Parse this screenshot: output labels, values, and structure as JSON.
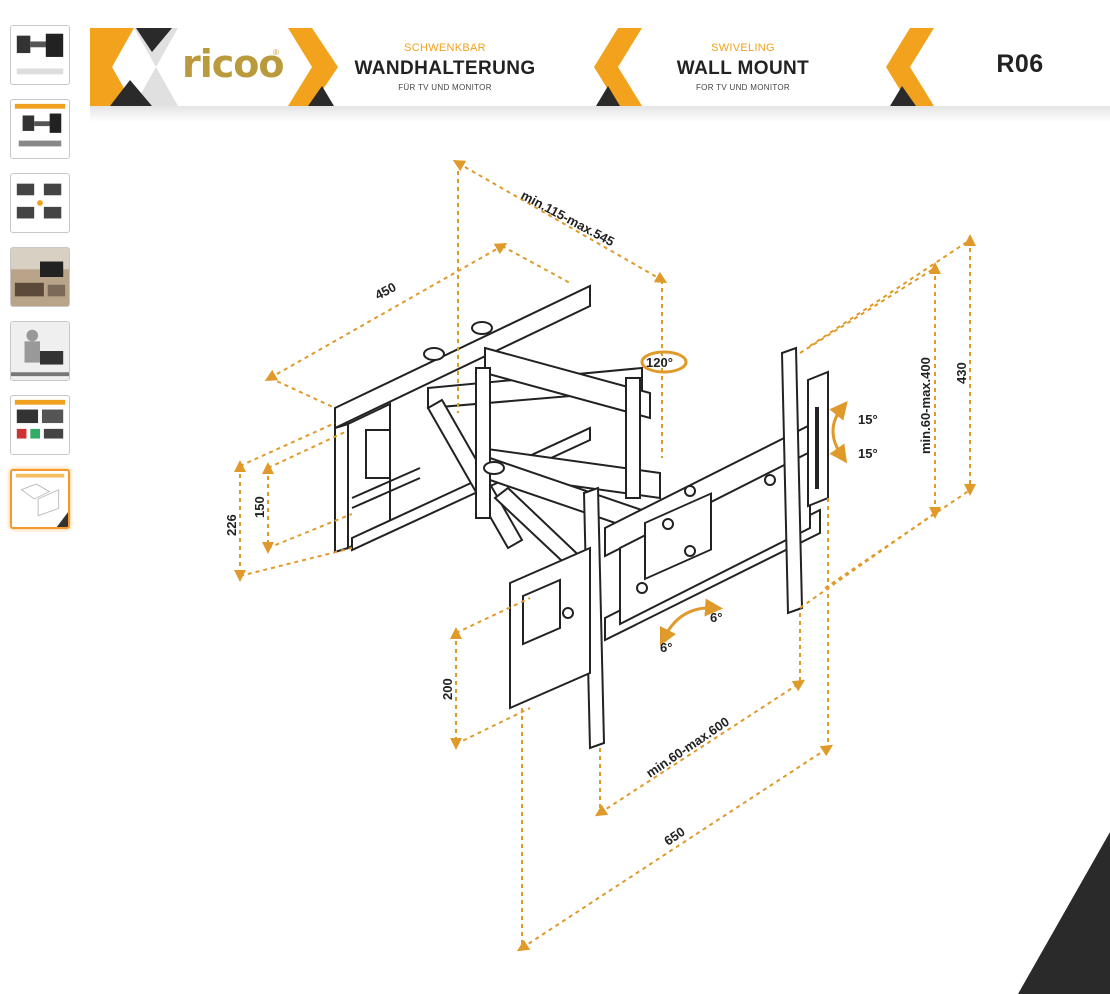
{
  "thumbnails": [
    {
      "name": "thumb-1"
    },
    {
      "name": "thumb-2"
    },
    {
      "name": "thumb-3"
    },
    {
      "name": "thumb-4"
    },
    {
      "name": "thumb-5"
    },
    {
      "name": "thumb-6"
    },
    {
      "name": "thumb-7",
      "selected": true
    }
  ],
  "banner": {
    "logo": "ricoo",
    "logo_mark": "®",
    "de_small": "SCHWENKBAR",
    "de_big": "WANDHALTERUNG",
    "de_tiny": "FÜR TV UND MONITOR",
    "en_small": "SWIVELING",
    "en_big": "WALL MOUNT",
    "en_tiny": "FOR TV UND MONITOR",
    "model": "R06"
  },
  "dimensions": {
    "arm": "450",
    "extension": "min.115-max.545",
    "swivel": "120°",
    "tilt_up": "15°",
    "tilt_down": "15°",
    "vesa_v": "min.60-max.400",
    "plate_height": "430",
    "wall_height_outer": "226",
    "wall_height_inner": "150",
    "rotate_left": "6°",
    "rotate_right": "6°",
    "arm_height": "200",
    "vesa_h": "min.60-max.600",
    "plate_width": "650"
  },
  "colors": {
    "accent": "#f0a21e",
    "dark": "#2b2b2b",
    "dim_line": "#e09a2a"
  }
}
